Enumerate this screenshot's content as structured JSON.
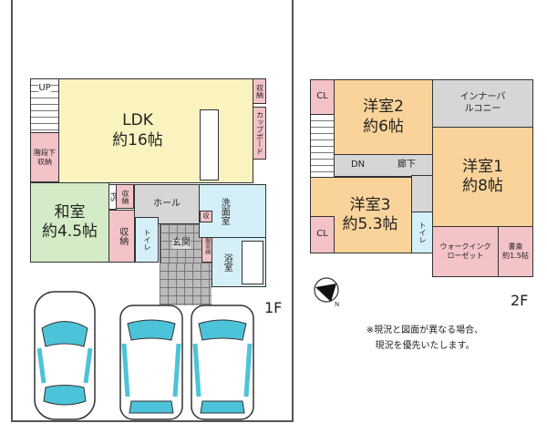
{
  "floor1": {
    "label": "1F",
    "rooms": {
      "up": "UP",
      "ldk_name": "LDK",
      "ldk_size": "約16帖",
      "storage_top": "収納",
      "cupboard": "カップボード",
      "under_stairs": "階段下収納",
      "washitsu_name": "和室",
      "washitsu_size": "約4.5帖",
      "ps": "PS",
      "storage_mid": "収納",
      "storage_low": "収納",
      "hall": "ホール",
      "toilet": "トイレ",
      "entrance": "玄関",
      "entrance_storage": "玄関収納",
      "washroom": "洗面室",
      "storage_small": "収",
      "bathroom": "浴室"
    }
  },
  "floor2": {
    "label": "2F",
    "rooms": {
      "cl_top": "CL",
      "room2_name": "洋室2",
      "room2_size": "約6帖",
      "balcony": "インナーバルコニー",
      "dn": "DN",
      "corridor": "廊下",
      "room1_name": "洋室1",
      "room1_size": "約8帖",
      "room3_name": "洋室3",
      "room3_size": "約5.3帖",
      "cl_bottom": "CL",
      "toilet": "トイレ",
      "walkin": "ウォークインクローゼット",
      "study_name": "書斎",
      "study_size": "約1.5帖"
    }
  },
  "note_line1": "※現況と図面が異なる場合、",
  "note_line2": "現況を優先いたします。",
  "icons": [
    "compass-icon",
    "car-icon"
  ],
  "colors": {
    "ldk": "#faf3bf",
    "washitsu": "#d3ebc6",
    "storage": "#f3c3c7",
    "water": "#d4eff7",
    "hall": "#d6d6d6",
    "western_room": "#fad39a"
  }
}
